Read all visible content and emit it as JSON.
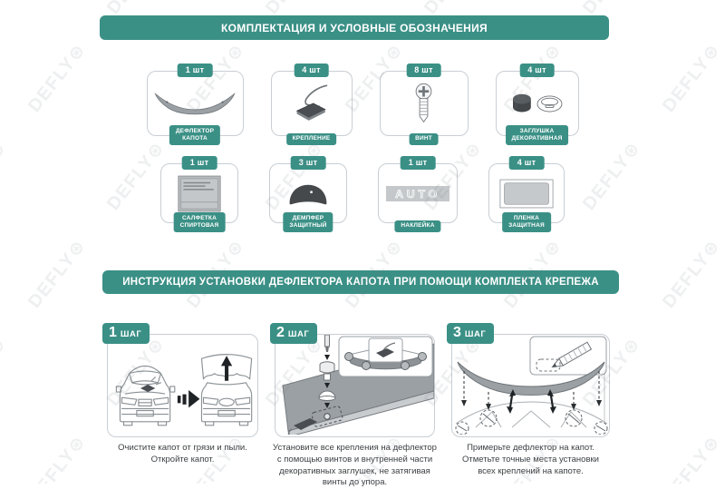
{
  "watermark": {
    "text": "DEFLY",
    "icon": "⊛"
  },
  "colors": {
    "teal": "#3b9086",
    "card_border": "#c9ced3",
    "part_gray": "#9aa0a4",
    "dark_part": "#45494c"
  },
  "kit": {
    "title": "КОМПЛЕКТАЦИЯ И УСЛОВНЫЕ ОБОЗНАЧЕНИЯ",
    "rows": [
      [
        {
          "qty": "1 шт",
          "label": "ДЕФЛЕКТОР КАПОТА"
        },
        {
          "qty": "4 шт",
          "label": "КРЕПЛЕНИЕ"
        },
        {
          "qty": "8 шт",
          "label": "ВИНТ"
        },
        {
          "qty": "4 шт",
          "label": "ЗАГЛУШКА\nДЕКОРАТИВНАЯ"
        }
      ],
      [
        {
          "qty": "1 шт",
          "label": "САЛФЕТКА\nСПИРТОВАЯ"
        },
        {
          "qty": "3 шт",
          "label": "ДЕМПФЕР\nЗАЩИТНЫЙ"
        },
        {
          "qty": "1 шт",
          "label": "НАКЛЕЙКА",
          "sticker_text": "AUTO"
        },
        {
          "qty": "4 шт",
          "label": "ПЛЕНКА\nЗАЩИТНАЯ"
        }
      ]
    ]
  },
  "install": {
    "title": "ИНСТРУКЦИЯ УСТАНОВКИ ДЕФЛЕКТОРА КАПОТА ПРИ ПОМОЩИ КОМПЛЕКТА КРЕПЕЖА",
    "steps": [
      {
        "number": "1",
        "step_word": "ШАГ",
        "caption": "Очистите капот от грязи и пыли.\nОткройте капот."
      },
      {
        "number": "2",
        "step_word": "ШАГ",
        "caption": "Установите все крепления на дефлектор\nс помощью винтов и внутренней части\nдекоративных заглушек, не затягивая\nвинты до упора."
      },
      {
        "number": "3",
        "step_word": "ШАГ",
        "caption": "Примерьте дефлектор на капот.\nОтметьте точные места установки\nвсех креплений на капоте."
      }
    ]
  }
}
